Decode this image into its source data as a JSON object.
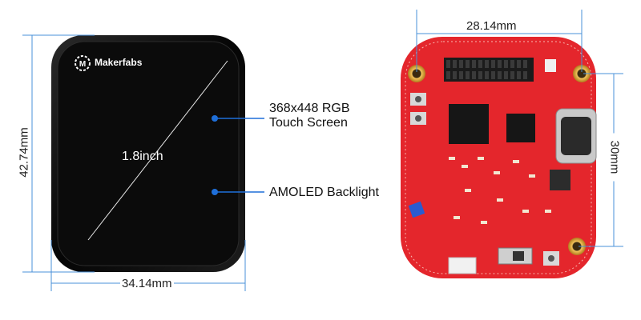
{
  "screen": {
    "brand": "Makerfabs",
    "diagonal": "1.8inch",
    "height_label": "42.74mm",
    "width_label": "34.14mm"
  },
  "callouts": [
    {
      "line1": "368x448 RGB",
      "line2": "Touch Screen"
    },
    {
      "line1": "AMOLED Backlight",
      "line2": ""
    }
  ],
  "board": {
    "width_label": "28.14mm",
    "height_label": "30mm"
  },
  "colors": {
    "dimension_line": "#4a90d9",
    "callout_dot": "#1e6fd9",
    "pcb_red": "#e4262c",
    "screen_black": "#0b0b0b"
  }
}
